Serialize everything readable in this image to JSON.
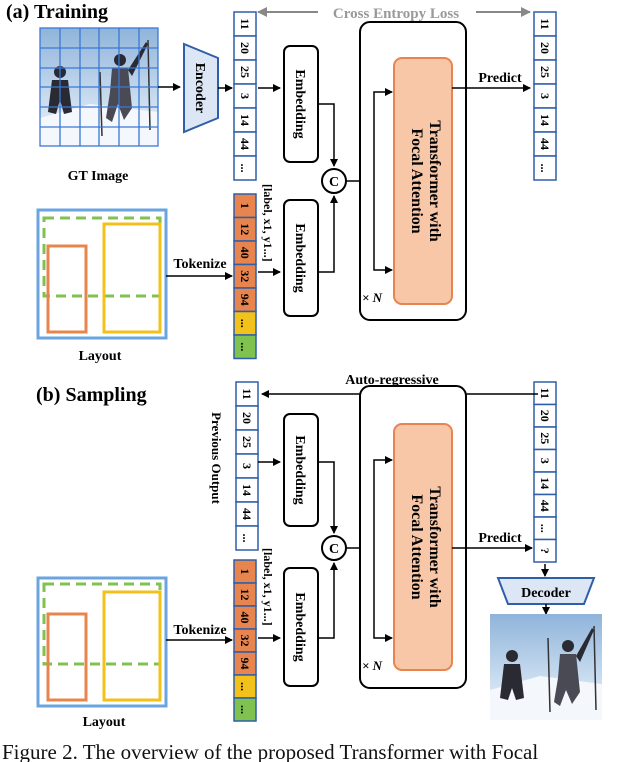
{
  "sections": {
    "training": "(a) Training",
    "sampling": "(b) Sampling"
  },
  "labels": {
    "cross_entropy": "Cross Entropy Loss",
    "encoder": "Encoder",
    "embedding": "Embedding",
    "concat": "C",
    "transformer_line1": "Transformer with",
    "transformer_line2": "Focal Attention",
    "times_n": "× N",
    "predict": "Predict",
    "gt_image": "GT Image",
    "layout": "Layout",
    "tokenize": "Tokenize",
    "layout_format": "[label, x1, y1...]",
    "auto_regressive": "Auto-regressive",
    "previous_output": "Previous Output",
    "decoder": "Decoder"
  },
  "tokens": {
    "image_tokens": [
      "11",
      "20",
      "25",
      "3",
      "14",
      "44",
      "..."
    ],
    "predicted_tokens": [
      "11",
      "20",
      "25",
      "3",
      "14",
      "44",
      "..."
    ],
    "previous_output_tokens": [
      "11",
      "20",
      "25",
      "3",
      "14",
      "44",
      "..."
    ],
    "sampling_output_tokens": [
      "11",
      "20",
      "25",
      "3",
      "14",
      "44",
      "...",
      "?"
    ],
    "layout_tokens": [
      "1",
      "12",
      "40",
      "32",
      "94",
      "...",
      "..."
    ]
  },
  "colors": {
    "token_border": "#2f5fa8",
    "transformer_fill": "#f8c7a8",
    "transformer_border": "#e8844e",
    "layout_green": "#7fc24f",
    "layout_orange": "#e8844e",
    "layout_yellow": "#f2c21a",
    "layout_blue": "#6aa5e0",
    "decoder_fill": "#dce6f5",
    "encoder_fill": "#dce6f5"
  },
  "caption": "Figure 2. The overview of the proposed Transformer with Focal"
}
